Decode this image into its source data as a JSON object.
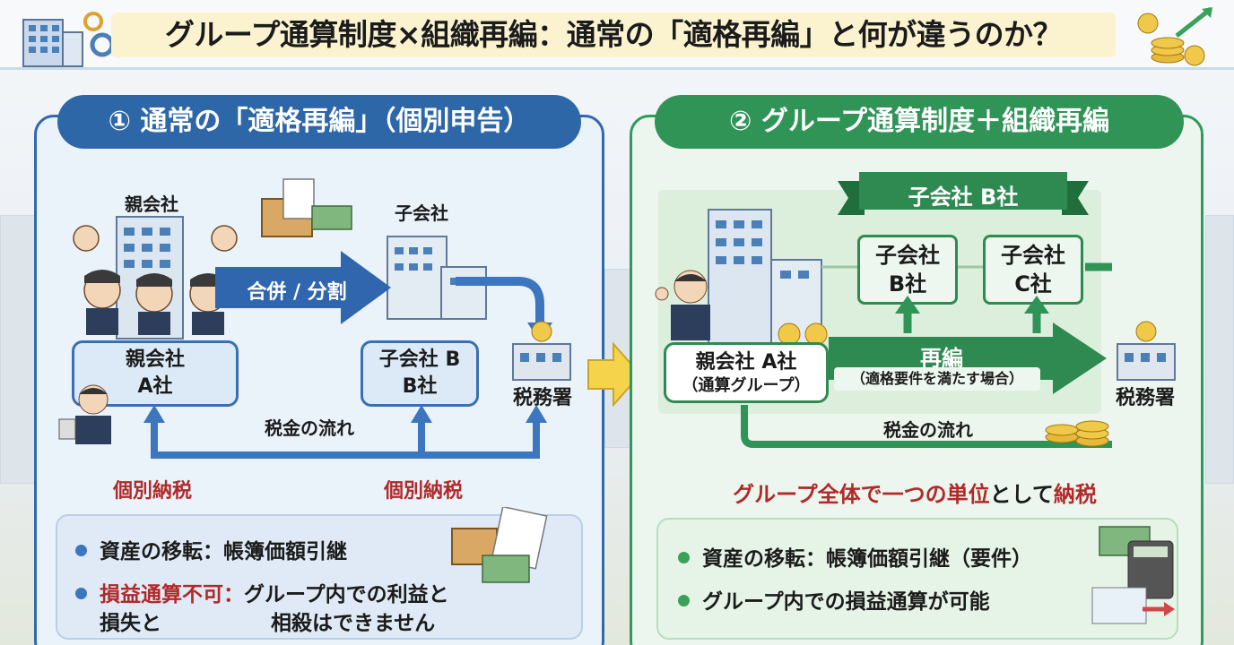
{
  "title": "グループ通算制度×組織再編：通常の「適格再編」と何が違うのか？",
  "left": {
    "pill": "① 通常の「適格再編」（個別申告）",
    "parent_label": "親会社",
    "sub_label": "子会社",
    "arrow_label": "合併 / 分割",
    "parent_box": [
      "親会社",
      "A社"
    ],
    "sub_box": [
      "子会社 B",
      "B社"
    ],
    "tax_office": "税務署",
    "flow_label": "税金の流れ",
    "individual_left": "個別納税",
    "individual_right": "個別納税",
    "bullet1": "資産の移転：帳簿価額引継",
    "bullet2_red": "損益通算不可：",
    "bullet2_rest": "グループ内での利益と",
    "bullet2_line2a": "損失と",
    "bullet2_line2b": "相殺はできません"
  },
  "right": {
    "pill": "② グループ通算制度＋組織再編",
    "banner": "子会社 B社",
    "sub_b": [
      "子会社",
      "B社"
    ],
    "sub_c": [
      "子会社",
      "C社"
    ],
    "parent_box": [
      "親会社 A社",
      "（通算グループ）"
    ],
    "reorg_label": "再編",
    "reorg_sub": "（適格要件を満たす場合）",
    "tax_office": "税務署",
    "flow_label": "税金の流れ",
    "group_red": "グループ全体で一つの単位",
    "group_mid": "として",
    "group_red2": "納税",
    "bullet1": "資産の移転：帳簿価額引継（要件）",
    "bullet2": "グループ内での損益通算が可能"
  },
  "colors": {
    "blue": "#2d67a8",
    "green": "#2f9456",
    "red": "#b02a2a",
    "title_bg": "#fbf3d0"
  },
  "icons": [
    "office-building-icon",
    "gear-icon",
    "coins-growth-icon",
    "people-icon",
    "document-box-icon",
    "money-icon",
    "tax-office-icon",
    "calculator-icon",
    "big-arrow-icon"
  ]
}
